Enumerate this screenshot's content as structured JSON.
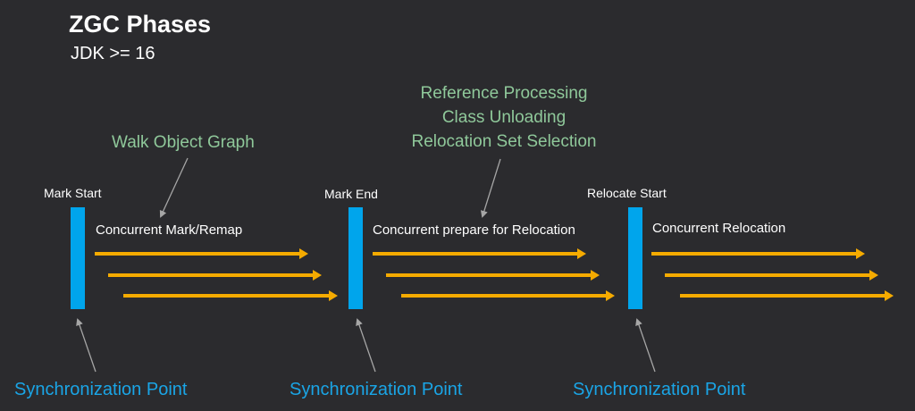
{
  "header": {
    "title": "ZGC Phases",
    "subtitle": "JDK >= 16"
  },
  "notes": {
    "walk": "Walk Object Graph",
    "prepare": [
      "Reference Processing",
      "Class Unloading",
      "Relocation Set Selection"
    ]
  },
  "phases": [
    {
      "point_label": "Mark Start",
      "work_label": "Concurrent Mark/Remap",
      "sync_label": "Synchronization Point"
    },
    {
      "point_label": "Mark End",
      "work_label": "Concurrent prepare for Relocation",
      "sync_label": "Synchronization Point"
    },
    {
      "point_label": "Relocate Start",
      "work_label": "Concurrent Relocation",
      "sync_label": "Synchronization Point"
    }
  ],
  "colors": {
    "background": "#2b2b2e",
    "sync_bar": "#00a5ec",
    "arrow": "#f5ab00",
    "note_text": "#8fc89a",
    "sync_text": "#1aa5e6",
    "pointer": "#a6a6a6"
  }
}
